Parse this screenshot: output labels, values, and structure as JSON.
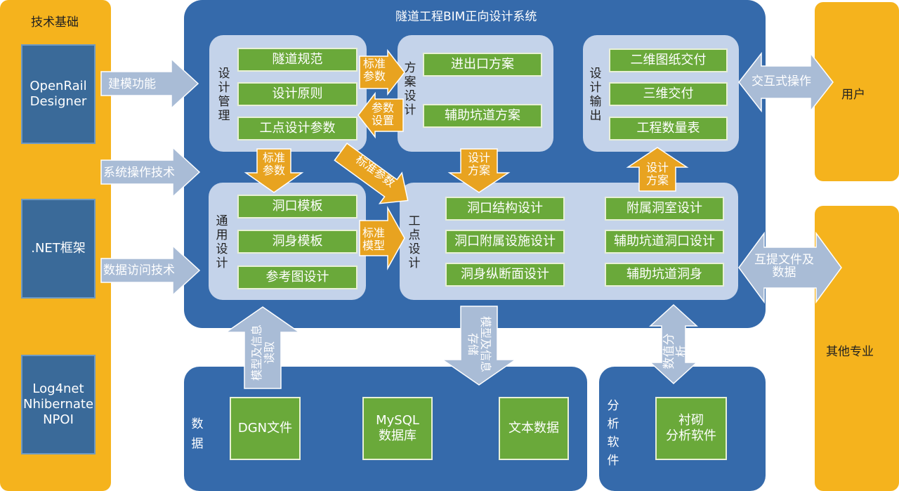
{
  "left": {
    "title": "技术基础",
    "items": [
      "OpenRail\nDesigner",
      ".NET框架",
      "Log4net\nNhibernate\nNPOI"
    ]
  },
  "system": {
    "title": "隧道工程BIM正向设计系统",
    "design_mgmt": {
      "label": "设\n计\n管\n理",
      "items": [
        "隧道规范",
        "设计原则",
        "工点设计参数"
      ]
    },
    "scheme": {
      "label": "方\n案\n设\n计",
      "items": [
        "进出口方案",
        "辅助坑道方案"
      ]
    },
    "output": {
      "label": "设\n计\n输\n出",
      "items": [
        "二维图纸交付",
        "三维交付",
        "工程数量表"
      ]
    },
    "general": {
      "label": "通\n用\n设\n计",
      "items": [
        "洞口模板",
        "洞身模板",
        "参考图设计"
      ]
    },
    "site": {
      "label": "工\n点\n设\n计",
      "items": [
        "洞口结构设计",
        "洞口附属设施设计",
        "洞身纵断面设计",
        "附属洞室设计",
        "辅助坑道洞口设计",
        "辅助坑道洞身"
      ]
    }
  },
  "arrows": {
    "modeling": "建模功能",
    "sys_op": "系统操作技术",
    "data_access": "数据访问技术",
    "std_param_1": "标准\n参数",
    "param_set": "参数\n设置",
    "std_param_2": "标准\n参数",
    "std_param_diag": "标准参数",
    "design_scheme_1": "设计\n方案",
    "design_scheme_2": "设计\n方案",
    "std_model": "标准\n模型",
    "interactive": "交互式操作",
    "exchange": "互提文件及\n数据",
    "model_read": "模型及信息\n读取",
    "model_store": "模型及信息\n存储",
    "numeric": "数值分析"
  },
  "right": {
    "user": "用户",
    "other": "其他专业"
  },
  "data_section": {
    "label": "数\n据",
    "items": [
      "DGN文件",
      "MySQL\n数据库",
      "文本数据"
    ]
  },
  "analysis_section": {
    "label": "分\n析\n软\n件",
    "items": [
      "衬砌\n分析软件"
    ]
  },
  "colors": {
    "yellow": "#f5b31d",
    "dark_blue": "#356aab",
    "light_blue": "#c4d3ea",
    "green": "#6aa93a",
    "orange_arrow": "#e8a320",
    "grey_arrow": "#a9bcd6"
  }
}
